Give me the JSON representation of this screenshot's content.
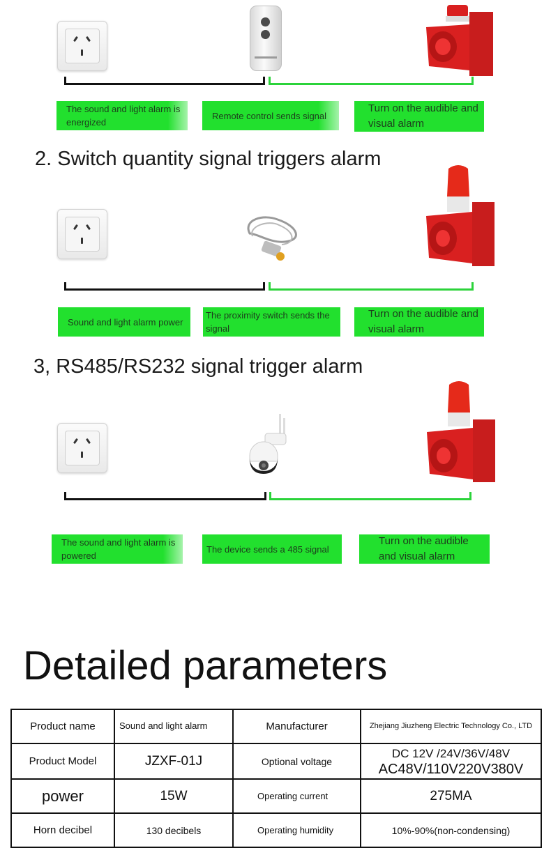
{
  "flow1": {
    "labels": [
      "The sound and light alarm is energized",
      "Remote control sends signal",
      "Turn on the audible and visual alarm"
    ]
  },
  "flow2": {
    "title": "2. Switch quantity signal triggers alarm",
    "labels": [
      "Sound and light alarm power",
      "The proximity switch sends the signal",
      "Turn on the audible and visual alarm"
    ]
  },
  "flow3": {
    "title": "3, RS485/RS232 signal trigger alarm",
    "labels": [
      "The sound and light alarm is powered",
      "The device sends a 485 signal",
      "Turn on the audible and visual alarm"
    ]
  },
  "params": {
    "title": "Detailed parameters",
    "rows": [
      {
        "k1": "Product name",
        "v1": "Sound and light alarm",
        "k2": "Manufacturer",
        "v2": "Zhejiang Jiuzheng Electric Technology Co., LTD"
      },
      {
        "k1": "Product Model",
        "v1": "JZXF-01J",
        "k2": "Optional voltage",
        "v2a": "DC 12V /24V/36V/48V",
        "v2b": "AC48V/110V220V380V"
      },
      {
        "k1": "power",
        "v1": "15W",
        "k2": "Operating current",
        "v2": "275MA"
      },
      {
        "k1": "Horn decibel",
        "v1": "130 decibels",
        "k2": "Operating humidity",
        "v2": "10%-90%(non-condensing)"
      }
    ]
  },
  "colors": {
    "label_green": "#22e02e",
    "line_green": "#2bd33a",
    "alarm_red": "#d92020"
  }
}
